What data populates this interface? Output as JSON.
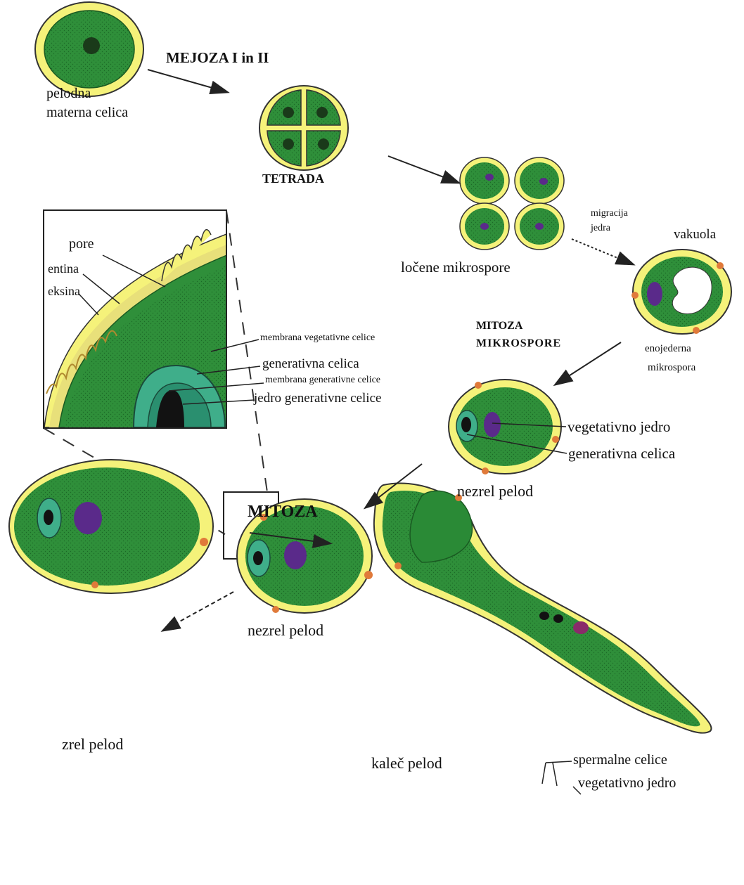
{
  "labels": {
    "meiosis": "MEJOZA I in II",
    "mother_cell_1": "pelodna",
    "mother_cell_2": "materna celica",
    "tetrad": "TETRADA",
    "separated": "ločene mikrospore",
    "migration_1": "migracija",
    "migration_2": "jedra",
    "vacuole": "vakuola",
    "uninucleate_1": "enojederna",
    "uninucleate_2": "mikrospora",
    "mitosis_ms_1": "MITOZA",
    "mitosis_ms_2": "MIKROSPORE",
    "pore": "pore",
    "intine": "entina",
    "exine": "eksina",
    "veg_membrane": "membrana vegetativne celice",
    "gen_cell": "generativna celica",
    "gen_membrane": "membrana generativne celice",
    "gen_nucleus": "jedro generativne celice",
    "veg_nucleus": "vegetativno jedro",
    "gen_cell_2": "generativna celica",
    "immature_1": "nezrel pelod",
    "immature_2": "nezrel pelod",
    "mature": "zrel pelod",
    "mitosis": "MITOZA",
    "germinating": "kaleč pelod",
    "sperm": "spermalne celice",
    "veg_nucleus_2": "vegetativno jedro"
  },
  "colors": {
    "wall": "#f5f27a",
    "cytoplasm": "#2f8f3a",
    "cytoplasm_dark": "#1f6b2a",
    "nucleus_veg": "#5a2a8a",
    "nucleus_gen": "#121212",
    "gen_cell": "#3fae8a",
    "pore": "#e07a3a",
    "ink": "#222222"
  }
}
